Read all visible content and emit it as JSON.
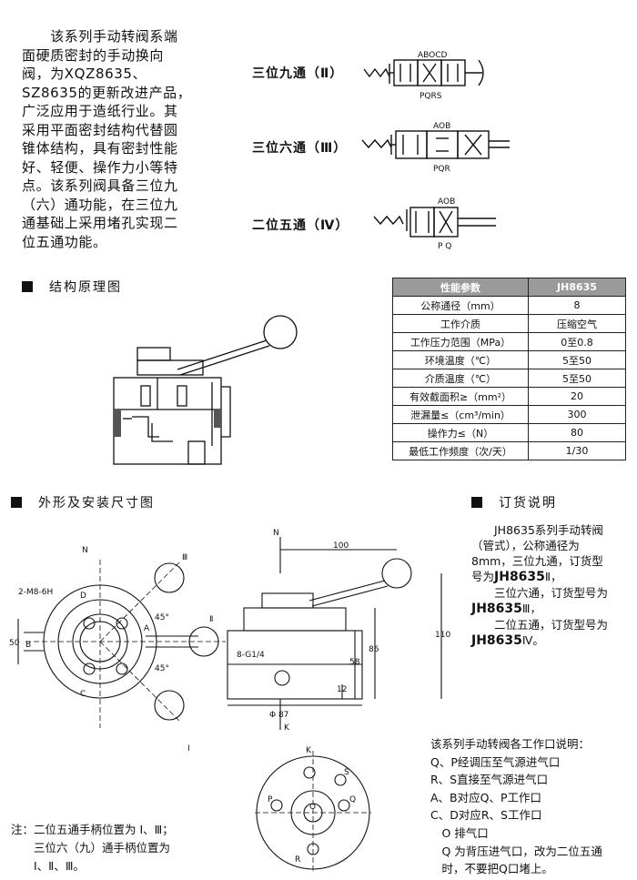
{
  "intro": {
    "lines": [
      "　　该系列手动转阀系端",
      "面硬质密封的手动换向",
      "阀，为XQZ8635、",
      "SZ8635的更新改进产品，",
      "广泛应用于造纸行业。其",
      "采用平面密封结构代替圆",
      "锥体结构，具有密封性能",
      "好、轻便、操作力小等特",
      "点。该系列阀具备三位九",
      "（六）通功能，在三位九",
      "通基础上采用堵孔实现二",
      "位五通功能。"
    ]
  },
  "symbols": [
    {
      "label": "三位九通（Ⅱ）",
      "top_ports": "ABOCD",
      "bottom_ports": "PQRS"
    },
    {
      "label": "三位六通（Ⅲ）",
      "top_ports": "AOB",
      "bottom_ports": "PQR"
    },
    {
      "label": "二位五通（Ⅳ）",
      "top_ports": "AOB",
      "bottom_ports": "P Q"
    }
  ],
  "sections": {
    "structure": "结构原理图",
    "dimensions": "外形及安装尺寸图",
    "ordering": "订货说明"
  },
  "params_table": {
    "headers": [
      "性能参数",
      "JH8635"
    ],
    "rows": [
      [
        "公称通径（mm）",
        "8"
      ],
      [
        "工作介质",
        "压缩空气"
      ],
      [
        "工作压力范围（MPa）",
        "0至0.8"
      ],
      [
        "环境温度（℃）",
        "5至50"
      ],
      [
        "介质温度（℃）",
        "5至50"
      ],
      [
        "有效截面积≥（mm²）",
        "20"
      ],
      [
        "泄漏量≤（cm³/min）",
        "300"
      ],
      [
        "操作力≤（N）",
        "80"
      ],
      [
        "最低工作频度（次/天）",
        "1/30"
      ]
    ]
  },
  "ordering": {
    "l1": "　　JH8635系列手动转阀",
    "l2": "（管式），公称通径为",
    "l3": "8mm，三位九通，订货型",
    "l4a": "号为",
    "l4b": "JH8635",
    "l4c": "Ⅱ，",
    "l5": "　　三位六通，订货型号为",
    "l6a": "JH8635",
    "l6b": "Ⅲ，",
    "l7": "　　二位五通，订货型号为",
    "l8a": "JH8635",
    "l8b": "Ⅳ。"
  },
  "ports_desc": {
    "lines": [
      "该系列手动转阀各工作口说明：",
      "Q、P经调压至气源进气口",
      "R、S直接至气源进气口",
      "A、B对应Q、P工作口",
      "C、D对应R、S工作口",
      "　O 排气口",
      "　Q 为背压进气口，改为二位五通",
      "　时，不要把Q口堵上。"
    ]
  },
  "note": {
    "lines": [
      "注：二位五通手柄位置为 Ⅰ、Ⅲ；",
      "　　三位六（九）通手柄位置为",
      "　　Ⅰ、Ⅱ、Ⅲ。"
    ]
  },
  "drawing_labels": {
    "N": "N",
    "III": "Ⅲ",
    "II": "Ⅱ",
    "I": "Ⅰ",
    "holes": "2-M8-6H",
    "A": "A",
    "B": "B",
    "C": "C",
    "D": "D",
    "d50": "50",
    "a45a": "45°",
    "a45b": "45°",
    "d100": "100",
    "d110": "110",
    "d86": "86",
    "d58": "58",
    "d12": "12",
    "d87": "Φ 87",
    "ports_g": "8-G1/4",
    "K": "K",
    "S": "S",
    "P": "P",
    "O": "O",
    "Q": "Q",
    "R": "R"
  }
}
